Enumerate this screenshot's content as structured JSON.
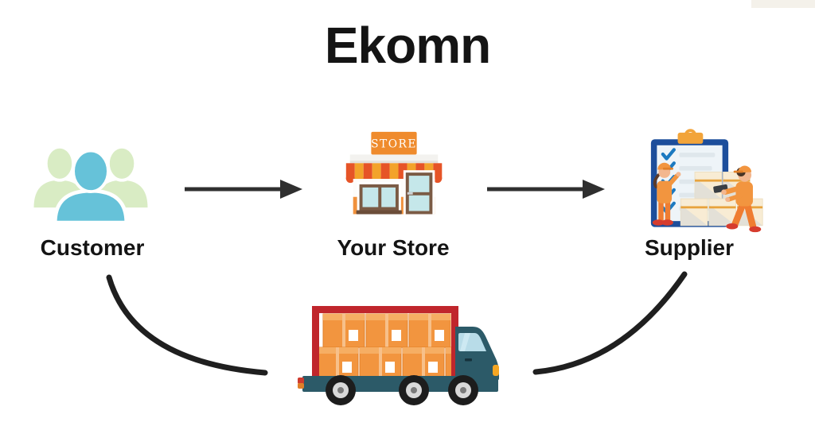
{
  "title": "Ekomn",
  "diagram": {
    "nodes": [
      {
        "id": "customer",
        "label": "Customer",
        "icon": "customer-group-icon"
      },
      {
        "id": "your_store",
        "label": "Your Store",
        "icon": "storefront-icon",
        "sign_text": "STORE"
      },
      {
        "id": "supplier",
        "label": "Supplier",
        "icon": "supplier-checklist-icon"
      }
    ],
    "flow": {
      "top_arrows": [
        "customer to your_store",
        "your_store to supplier"
      ],
      "bottom_curves": [
        "customer to delivery",
        "supplier to delivery"
      ]
    },
    "delivery": {
      "icon": "delivery-truck-icon"
    }
  },
  "colors": {
    "text": "#141414",
    "arrow": "#2f2f2f",
    "curve": "#1f1f1f",
    "customer_front": "#66c2d9",
    "customer_back": "#d9ecc4",
    "store_sign_orange": "#ef8b2d",
    "store_wall_orange": "#f0913c",
    "awning_red": "#e65427",
    "awning_orange": "#f3a32a",
    "window_blue": "#c5e7ea",
    "frame_brown": "#7b5b45",
    "clipboard_blue": "#1d4e9b",
    "check_blue": "#1b79c0",
    "clip_orange": "#f2a43a",
    "worker_orange": "#f2953f",
    "box_cream": "#f8ecd4",
    "tape_orange": "#e8a33d",
    "truck_teal": "#2c5a68",
    "truck_frame_red": "#c0262c",
    "truck_box_orange": "#f2953f",
    "taillight_red": "#cf3b2e",
    "headlight_orange": "#f5a623"
  }
}
